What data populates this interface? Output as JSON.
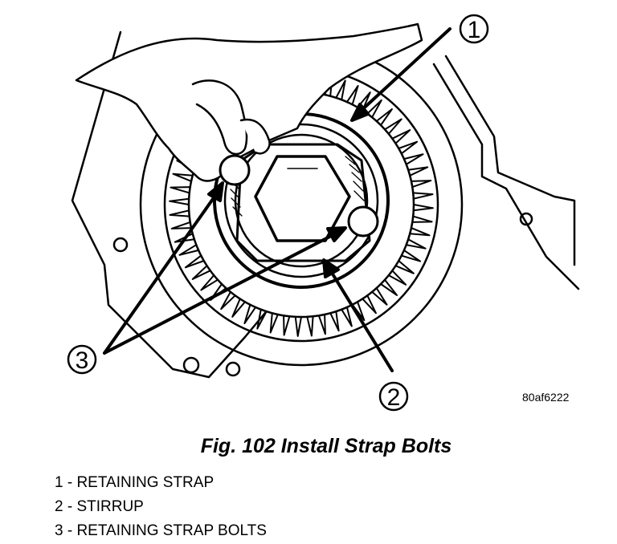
{
  "figure": {
    "code": "80af6222",
    "callouts": [
      "1",
      "2",
      "3"
    ],
    "caption": "Fig. 102 Install Strap Bolts"
  },
  "legend": [
    "1 - RETAINING STRAP",
    "2 - STIRRUP",
    "3 - RETAINING STRAP BOLTS"
  ],
  "colors": {
    "ink": "#000000",
    "paper": "#ffffff"
  }
}
